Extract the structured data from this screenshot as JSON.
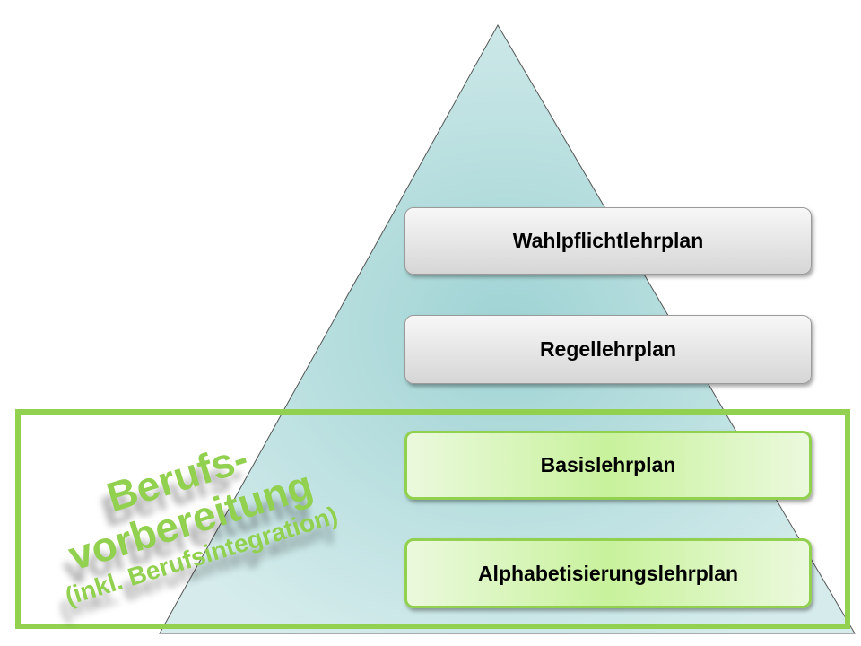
{
  "pyramid": {
    "levels": [
      {
        "label": "Wahlpflichtlehrplan"
      },
      {
        "label": "Regellehrplan"
      },
      {
        "label": "Basislehrplan"
      },
      {
        "label": "Alphabetisierungslehrplan"
      }
    ]
  },
  "highlight": {
    "line1": "Berufs-",
    "line2": "vorbereitung",
    "line3": "(inkl. Berufsintegration)"
  },
  "colors": {
    "accent": "#92d050",
    "pyramid": "#a6d6d6"
  }
}
